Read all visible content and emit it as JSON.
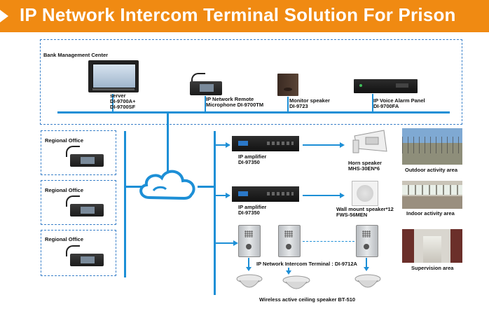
{
  "title": "IP Network Intercom Terminal Solution For Prison",
  "bank": {
    "label": "Bank Management Center",
    "server": [
      "server",
      "DI-9700A+",
      "DI-9700SF"
    ],
    "mic": [
      "IP Network Remote",
      "Microphone DI-9700TM"
    ],
    "monitor": [
      "Monitor speaker",
      "DI-9723"
    ],
    "alarm": [
      "IP Voice Alarm Panel",
      "DI-9700FA"
    ]
  },
  "regional": [
    "Regional Office",
    "Regional Office",
    "Regional Office"
  ],
  "amp1": [
    "IP amplifier",
    "DI-97350"
  ],
  "amp2": [
    "IP amplifier",
    "DI-97350"
  ],
  "horn": [
    "Horn speaker",
    "MHS-30EN*6"
  ],
  "wall": [
    "Wall mount speaker*12",
    "FWS-56MEN"
  ],
  "areas": {
    "outdoor": "Outdoor activity area",
    "indoor": "Indoor activity area",
    "supervision": "Supervision area"
  },
  "intercom_label": "IP Network Intercom Terminal : DI-9712A",
  "ceiling_label": "Wireless active ceiling speaker BT-510",
  "colors": {
    "banner": "#f08a12",
    "line": "#1d8fd6",
    "dash": "#3a80c9"
  }
}
